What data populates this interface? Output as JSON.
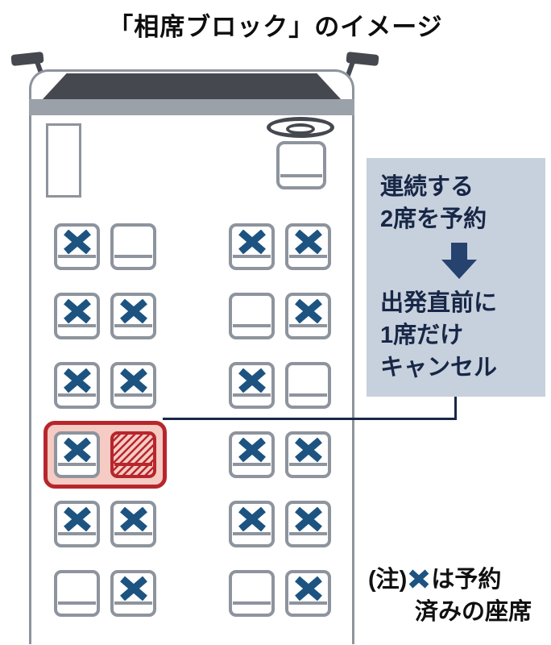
{
  "title": "「相席ブロック」のイメージ",
  "annotation": {
    "step1": [
      "連続する",
      "2席を予約"
    ],
    "step2": [
      "出発直前に",
      "1席だけ",
      "キャンセル"
    ]
  },
  "note": {
    "prefix": "(注)",
    "after_icon": "は予約",
    "line2": "済みの座席"
  },
  "seat_map": {
    "rows": [
      {
        "left": [
          "x",
          "empty"
        ],
        "right": [
          "x",
          "x"
        ]
      },
      {
        "left": [
          "x",
          "x"
        ],
        "right": [
          "empty",
          "x"
        ]
      },
      {
        "left": [
          "x",
          "x"
        ],
        "right": [
          "x",
          "empty"
        ]
      },
      {
        "left": [
          "x",
          "hatched"
        ],
        "right": [
          "x",
          "x"
        ],
        "highlight": "left"
      },
      {
        "left": [
          "x",
          "x"
        ],
        "right": [
          "x",
          "x"
        ]
      },
      {
        "left": [
          "empty",
          "x"
        ],
        "right": [
          "empty",
          "x"
        ]
      }
    ]
  },
  "colors": {
    "xmark": "#1d5380",
    "seatline": "#8e949d",
    "red": "#b7262c",
    "pink": "#f5cbc4",
    "panel": "#c7d1dd",
    "navy": "#182747",
    "arrowc": "#26426e",
    "busdark": "#45494f",
    "busmid": "#9ba1a9"
  }
}
